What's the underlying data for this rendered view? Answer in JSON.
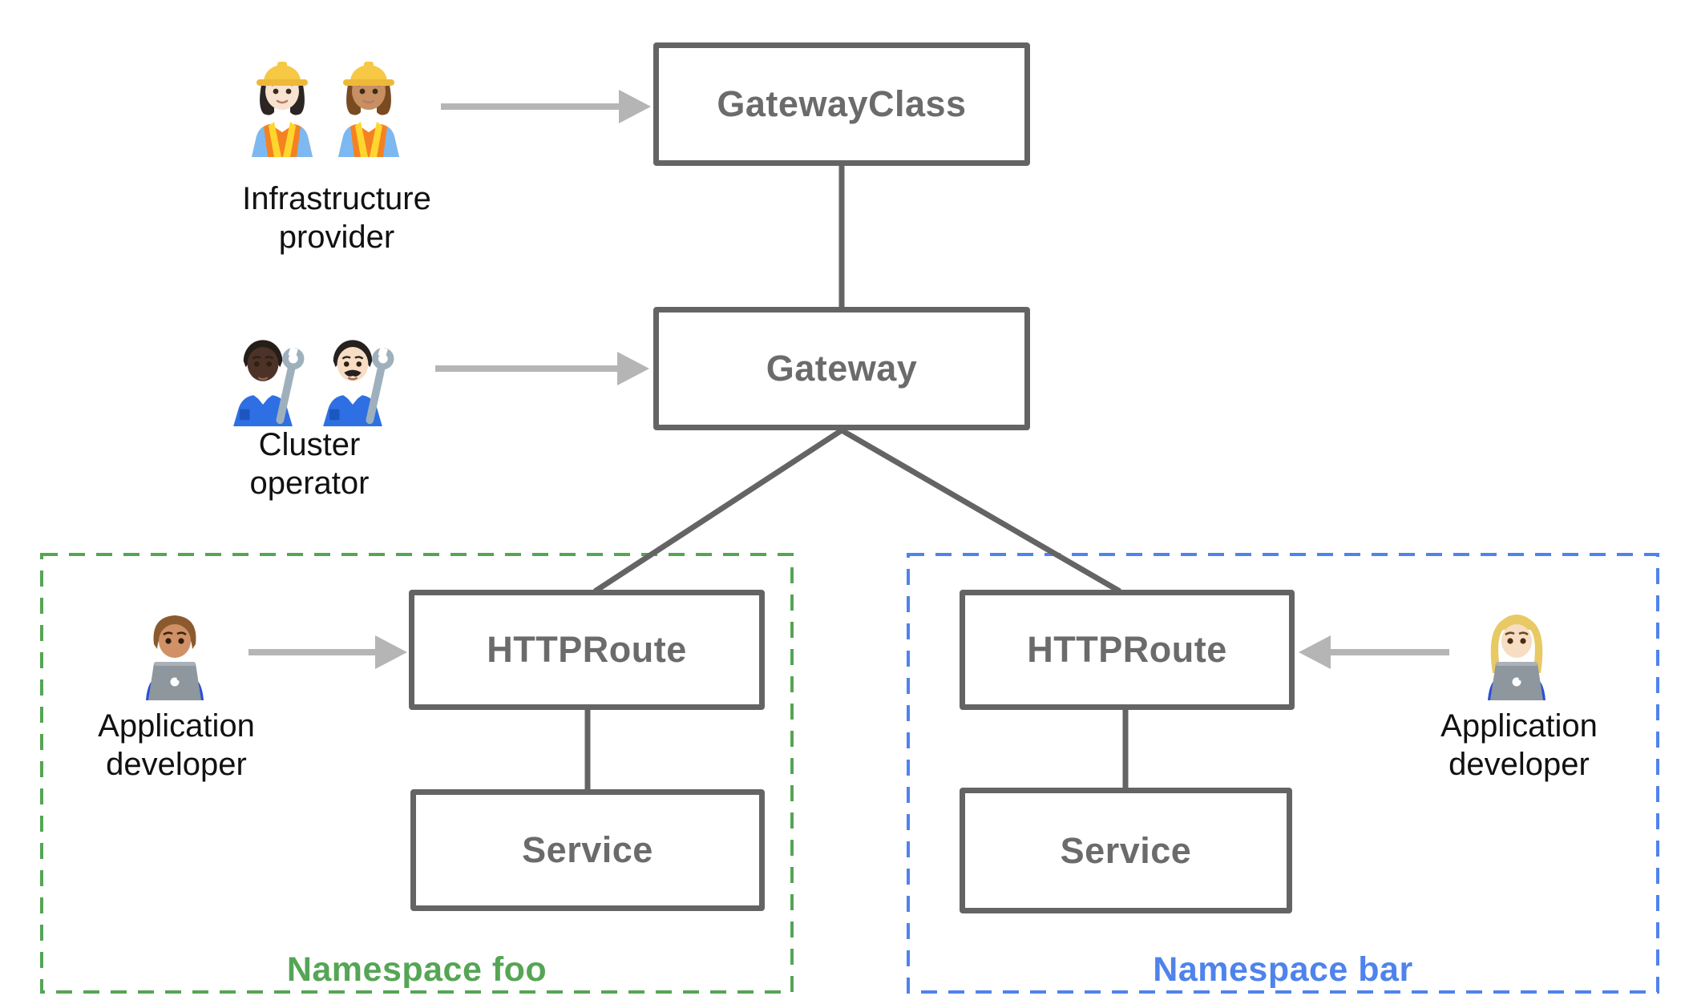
{
  "diagram": {
    "nodes": {
      "gateway_class": {
        "label": "GatewayClass"
      },
      "gateway": {
        "label": "Gateway"
      },
      "httproute_foo": {
        "label": "HTTPRoute"
      },
      "service_foo": {
        "label": "Service"
      },
      "httproute_bar": {
        "label": "HTTPRoute"
      },
      "service_bar": {
        "label": "Service"
      }
    },
    "namespaces": {
      "foo": {
        "label": "Namespace foo",
        "color": "#55a555",
        "border_style": "dashed"
      },
      "bar": {
        "label": "Namespace bar",
        "color": "#4f83ec",
        "border_style": "dashed"
      }
    },
    "personas": {
      "infrastructure_provider": {
        "label": "Infrastructure\nprovider",
        "emoji": "👷🏻‍♀️ 👷🏽‍♀️",
        "icons": [
          "woman-construction-worker-light-emoji",
          "woman-construction-worker-medium-emoji"
        ],
        "points_to": "GatewayClass"
      },
      "cluster_operator": {
        "label": "Cluster\noperator",
        "emoji": "🧑🏿‍🔧 👨🏻‍🔧",
        "icons": [
          "mechanic-dark-emoji",
          "man-mechanic-light-emoji"
        ],
        "points_to": "Gateway"
      },
      "application_developer_foo": {
        "label": "Application\ndeveloper",
        "emoji": "👨🏽‍💻",
        "icons": [
          "man-technologist-emoji"
        ],
        "points_to": "HTTPRoute (Namespace foo)"
      },
      "application_developer_bar": {
        "label": "Application\ndeveloper",
        "emoji": "👩🏼‍💻",
        "icons": [
          "woman-technologist-emoji"
        ],
        "points_to": "HTTPRoute (Namespace bar)"
      }
    },
    "edges": [
      {
        "from": "GatewayClass",
        "to": "Gateway",
        "type": "line"
      },
      {
        "from": "Gateway",
        "to": "HTTPRoute (Namespace foo)",
        "type": "line"
      },
      {
        "from": "Gateway",
        "to": "HTTPRoute (Namespace bar)",
        "type": "line"
      },
      {
        "from": "HTTPRoute (Namespace foo)",
        "to": "Service (Namespace foo)",
        "type": "line"
      },
      {
        "from": "HTTPRoute (Namespace bar)",
        "to": "Service (Namespace bar)",
        "type": "line"
      },
      {
        "from": "Infrastructure provider",
        "to": "GatewayClass",
        "type": "arrow"
      },
      {
        "from": "Cluster operator",
        "to": "Gateway",
        "type": "arrow"
      },
      {
        "from": "Application developer (foo)",
        "to": "HTTPRoute (Namespace foo)",
        "type": "arrow"
      },
      {
        "from": "Application developer (bar)",
        "to": "HTTPRoute (Namespace bar)",
        "type": "arrow"
      }
    ],
    "colors": {
      "box_border": "#646464",
      "box_label": "#6b6b6b",
      "connector": "#646464",
      "arrow": "#b5b5b5",
      "namespace_foo": "#55a555",
      "namespace_bar": "#4f83ec",
      "persona_label": "#111111",
      "background": "#ffffff"
    }
  }
}
